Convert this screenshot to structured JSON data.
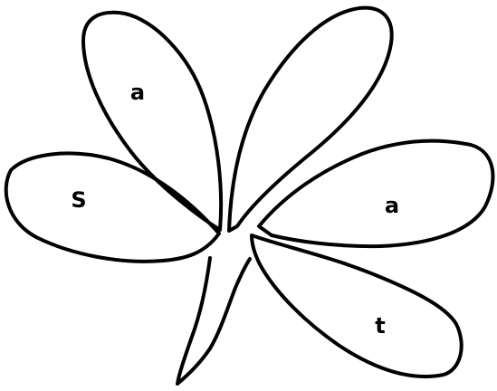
{
  "petals": {
    "top_left": {
      "label": "a"
    },
    "left": {
      "label": "S"
    },
    "right": {
      "label": "a"
    },
    "bottom_right": {
      "label": "t"
    }
  },
  "colors": {
    "background": "#ffffff",
    "stroke": "#000000"
  }
}
